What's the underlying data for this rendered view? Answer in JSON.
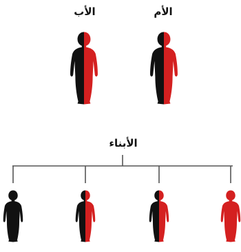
{
  "labels": {
    "father": "الأب",
    "mother": "الأم",
    "children": "الأبناء"
  },
  "parents": [
    {
      "role": "father",
      "left_color": "#111111",
      "right_color": "#d42020"
    },
    {
      "role": "mother",
      "left_color": "#111111",
      "right_color": "#d42020"
    }
  ],
  "children": [
    {
      "left_color": "#111111",
      "right_color": "#111111"
    },
    {
      "left_color": "#111111",
      "right_color": "#d42020"
    },
    {
      "left_color": "#111111",
      "right_color": "#d42020"
    },
    {
      "left_color": "#d42020",
      "right_color": "#d42020"
    }
  ],
  "colors": {
    "black": "#111111",
    "red": "#d42020",
    "line": "#555555"
  }
}
